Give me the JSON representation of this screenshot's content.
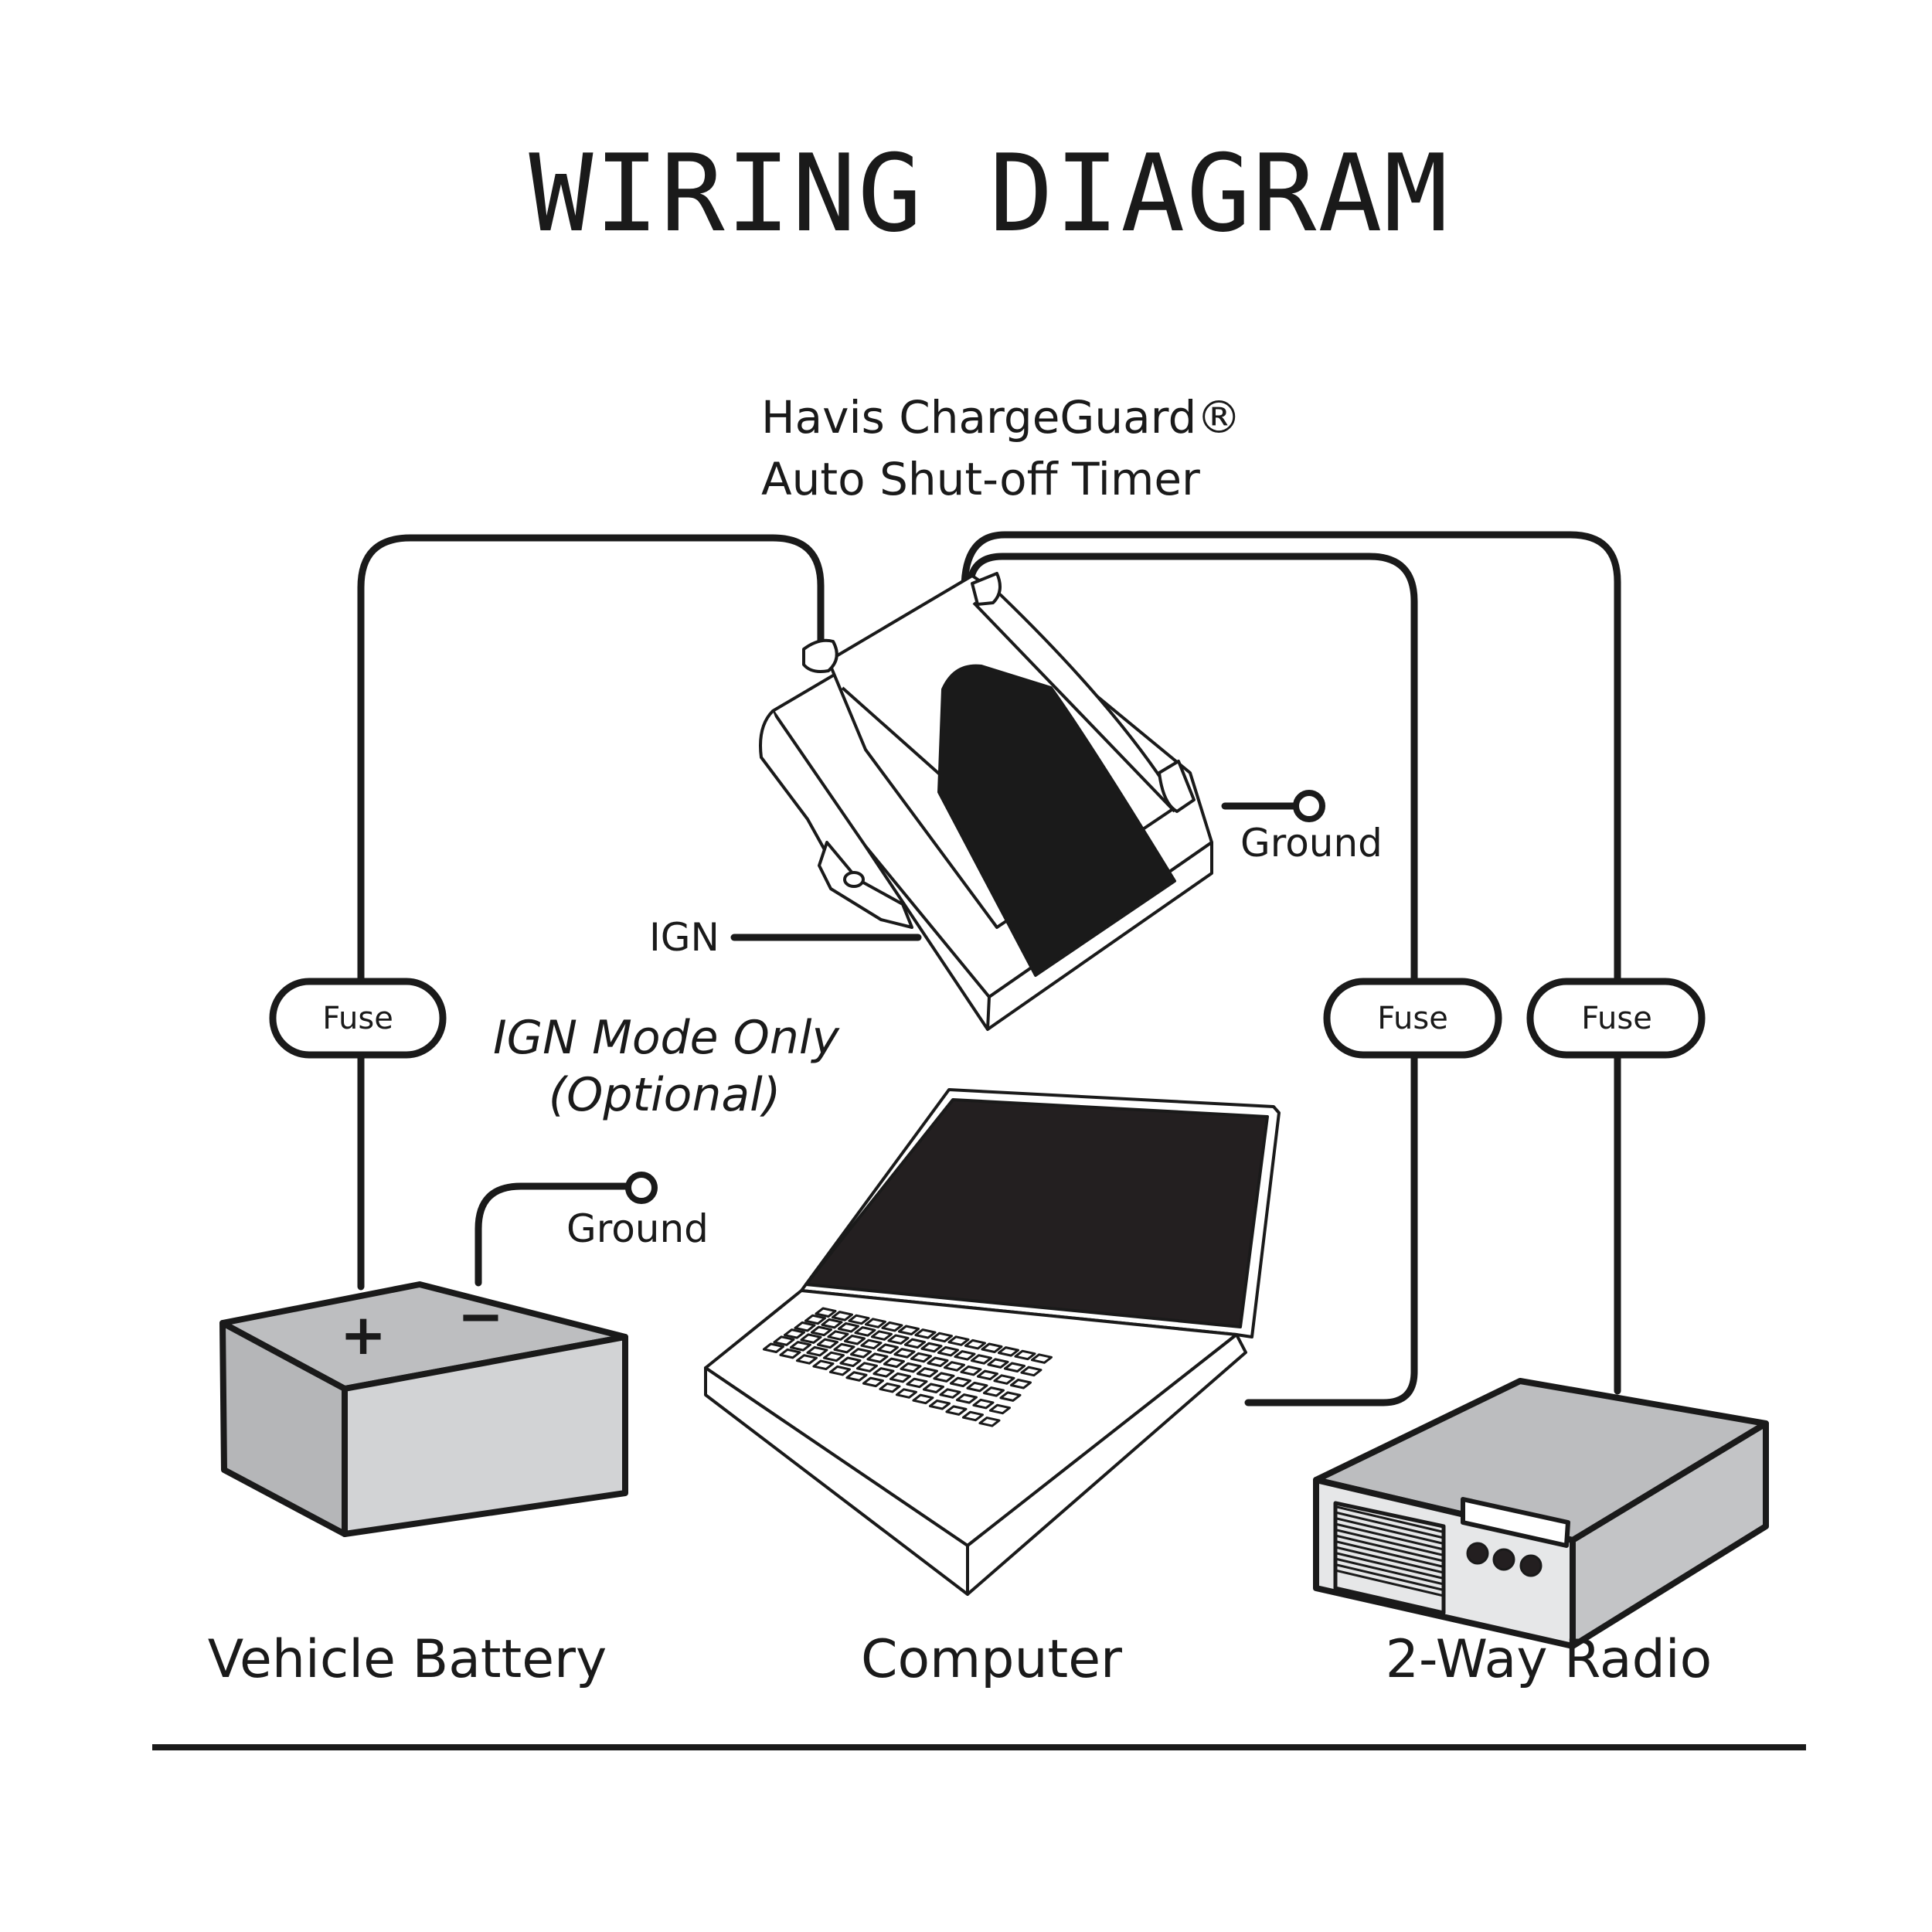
{
  "title": "WIRING DIAGRAM",
  "device": {
    "name_line1": "Havis ChargeGuard®",
    "name_line2": "Auto Shut-off Timer",
    "ground_label": "Ground",
    "ign_label": "IGN"
  },
  "ign_note": {
    "line1": "IGN Mode Only",
    "line2": "(Optional)"
  },
  "fuses": [
    {
      "label": "Fuse",
      "circuit": "battery"
    },
    {
      "label": "Fuse",
      "circuit": "computer"
    },
    {
      "label": "Fuse",
      "circuit": "radio"
    }
  ],
  "battery": {
    "label": "Vehicle Battery",
    "positive": "+",
    "negative": "−",
    "ground_label": "Ground"
  },
  "computer": {
    "label": "Computer"
  },
  "radio": {
    "label": "2-Way Radio"
  },
  "colors": {
    "ink": "#1a1a1a",
    "battery_top": "#bdbec0",
    "battery_front": "#d2d3d5",
    "battery_side": "#b5b6b8",
    "radio_top": "#bcbdbf",
    "radio_front": "#e6e7e8",
    "radio_side": "#c3c4c6"
  }
}
